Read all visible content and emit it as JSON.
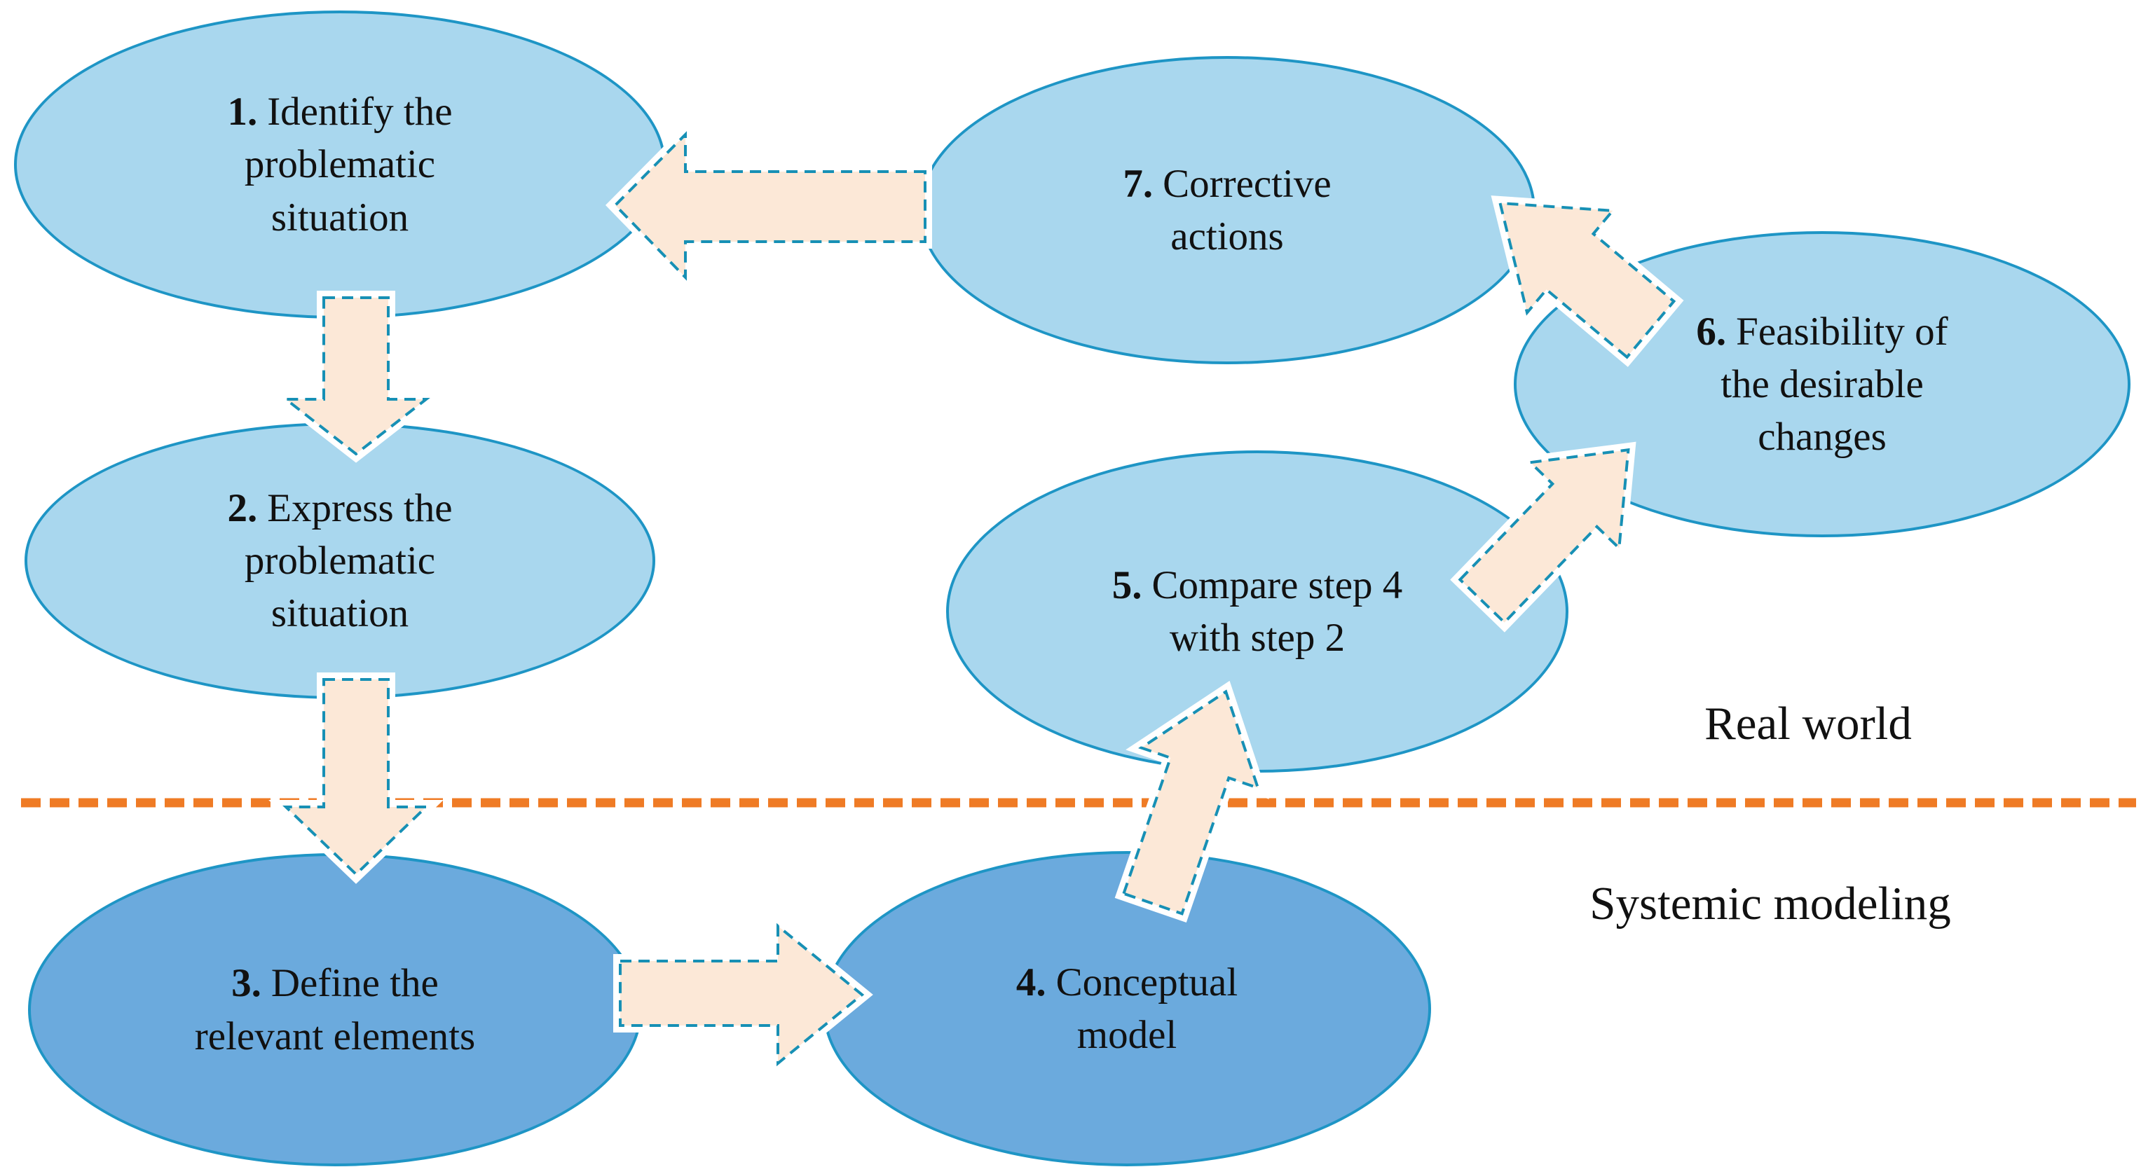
{
  "diagram": {
    "regions": {
      "top": "Real world",
      "bottom": "Systemic modeling"
    },
    "steps": [
      {
        "num": "1.",
        "lines": [
          "Identify the",
          "problematic",
          "situation"
        ]
      },
      {
        "num": "2.",
        "lines": [
          "Express the",
          "problematic",
          "situation"
        ]
      },
      {
        "num": "3.",
        "lines": [
          "Define the",
          "relevant elements"
        ]
      },
      {
        "num": "4.",
        "lines": [
          "Conceptual",
          "model"
        ]
      },
      {
        "num": "5.",
        "lines": [
          "Compare step 4",
          "with step 2"
        ]
      },
      {
        "num": "6.",
        "lines": [
          "Feasibility of",
          "the desirable",
          "changes"
        ]
      },
      {
        "num": "7.",
        "lines": [
          "Corrective",
          "actions"
        ]
      }
    ],
    "flows": [
      {
        "from": 1,
        "to": 2
      },
      {
        "from": 2,
        "to": 3
      },
      {
        "from": 3,
        "to": 4
      },
      {
        "from": 4,
        "to": 5
      },
      {
        "from": 5,
        "to": 6
      },
      {
        "from": 6,
        "to": 7
      },
      {
        "from": 7,
        "to": 1
      }
    ]
  },
  "colors": {
    "background": "#ffffff",
    "node_light": "#a9d7ee",
    "node_dark": "#6baadd",
    "node_stroke": "#1e95c5",
    "arrow_fill": "#fce8d7",
    "arrow_stroke": "#1790b5",
    "divider": "#ef7b25",
    "text": "#111111"
  }
}
